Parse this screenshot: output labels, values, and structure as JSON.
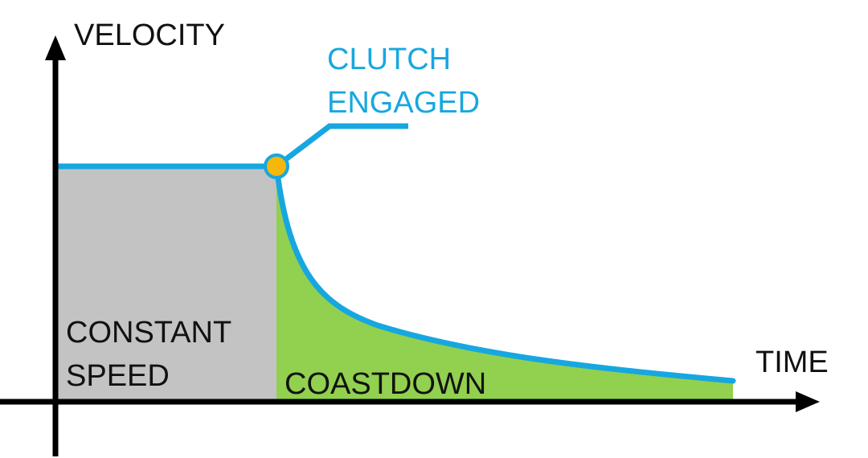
{
  "labels": {
    "y_axis": "VELOCITY",
    "x_axis": "TIME",
    "event_line1": "CLUTCH",
    "event_line2": "ENGAGED",
    "phase1_line1": "CONSTANT",
    "phase1_line2": "SPEED",
    "phase2": "COASTDOWN"
  },
  "colors": {
    "axis": "#000000",
    "curve": "#17a7e0",
    "event_label": "#17a7e0",
    "constant_region": "#c3c3c3",
    "coastdown_region": "#92d04f",
    "marker_fill": "#f5b70b",
    "text": "#111111"
  }
}
